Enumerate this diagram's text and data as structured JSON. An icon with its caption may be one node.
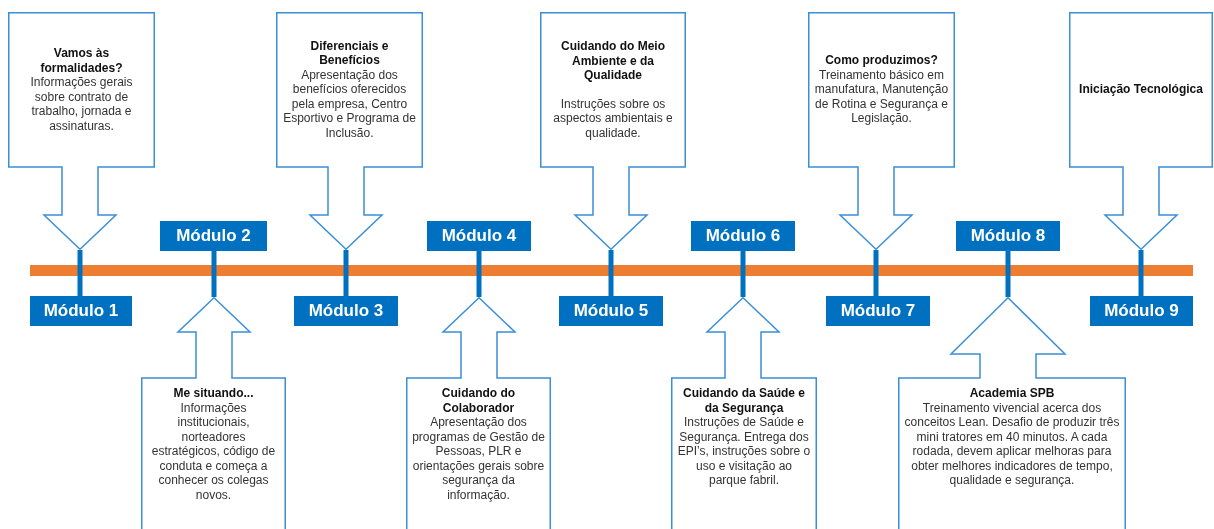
{
  "diagram": {
    "nodes": [
      {
        "text": [
          "Vamos às formalidades?",
          "Informações gerais sobre contrato de trabalho, jornada e assinaturas."
        ]
      },
      {
        "text": [
          "Módulo 1"
        ]
      },
      {
        "text": [
          "Módulo 2"
        ]
      },
      {
        "text": [
          "Me situando...",
          "Informações institucionais, norteadores estratégicos, código de conduta e começa a conhecer os colegas novos."
        ]
      },
      {
        "text": [
          "Diferenciais e Benefícios",
          "Apresentação dos benefícios oferecidos pela empresa, Centro Esportivo e Programa de Inclusão."
        ]
      },
      {
        "text": [
          "Módulo 3"
        ]
      },
      {
        "text": [
          "Módulo 4"
        ]
      },
      {
        "text": [
          "Cuidando do Colaborador",
          "Apresentação dos programas de Gestão de Pessoas, PLR e orientações gerais sobre segurança da informação."
        ]
      },
      {
        "text": [
          "Cuidando do Meio Ambiente e da Qualidade",
          "Instruções sobre os aspectos ambientais e qualidade."
        ]
      },
      {
        "text": [
          "Módulo 5"
        ]
      },
      {
        "text": [
          "Módulo 6"
        ]
      },
      {
        "text": [
          "Cuidando da Saúde e da Segurança",
          "Instruções de Saúde e Segurança. Entrega dos EPI’s, instruções sobre o uso e visitação ao parque fabril."
        ]
      },
      {
        "text": [
          "Como produzimos?",
          "Treinamento básico em manufatura, Manutenção de Rotina e Segurança e Legislação."
        ]
      },
      {
        "text": [
          "Módulo 7"
        ]
      },
      {
        "text": [
          "Módulo 8"
        ]
      },
      {
        "text": [
          "Academia SPB",
          "Treinamento vivencial acerca dos conceitos Lean. Desafio de produzir três mini tratores em 40 minutos. A cada rodada, devem aplicar melhoras para obter melhores indicadores de tempo, qualidade e segurança."
        ]
      },
      {
        "text": [
          "Iniciação Tecnológica"
        ]
      },
      {
        "text": [
          "Módulo 9"
        ]
      }
    ],
    "edges": [
      {
        "from": 0,
        "to": 1,
        "arrow": "none"
      },
      {
        "from": 2,
        "to": 3,
        "arrow": "none"
      },
      {
        "from": 4,
        "to": 5,
        "arrow": "none"
      },
      {
        "from": 6,
        "to": 7,
        "arrow": "none"
      },
      {
        "from": 8,
        "to": 9,
        "arrow": "none"
      },
      {
        "from": 10,
        "to": 11,
        "arrow": "none"
      },
      {
        "from": 12,
        "to": 13,
        "arrow": "none"
      },
      {
        "from": 14,
        "to": 15,
        "arrow": "none"
      },
      {
        "from": 16,
        "to": 17,
        "arrow": "none"
      }
    ]
  }
}
